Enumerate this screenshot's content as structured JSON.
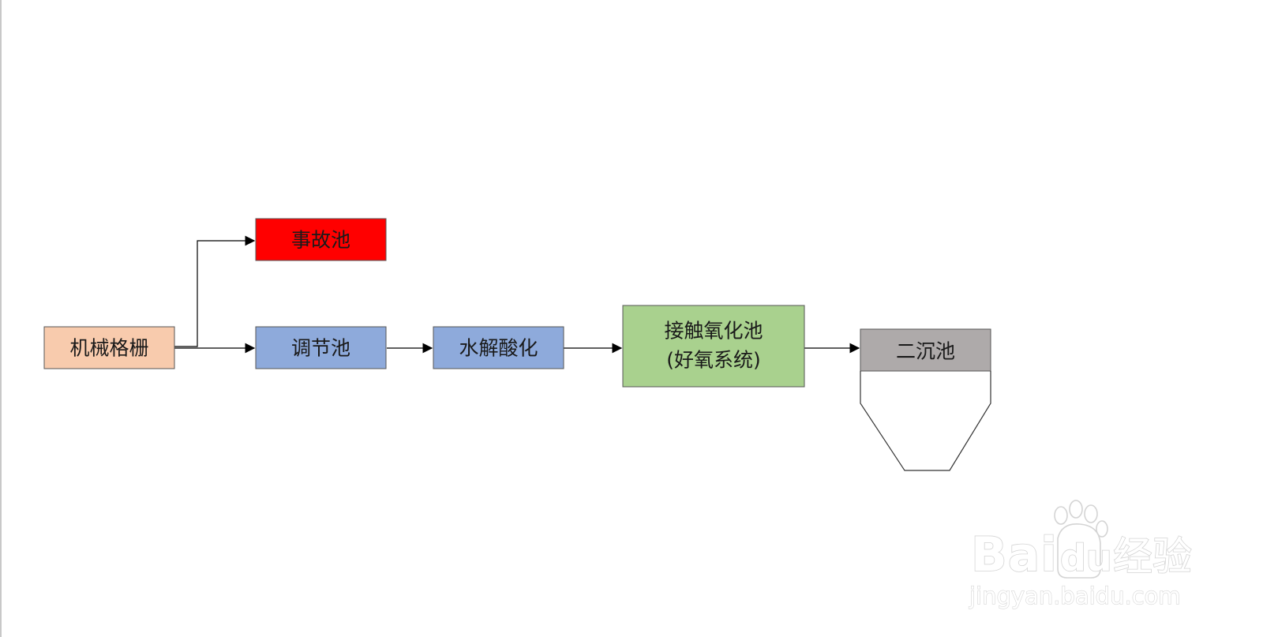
{
  "nodes": {
    "grid": {
      "label": "机械格栅",
      "fill": "#f8cbad"
    },
    "accident": {
      "label": "事故池",
      "fill": "#ff0000"
    },
    "adjust": {
      "label": "调节池",
      "fill": "#8eaadb"
    },
    "hydrolysis": {
      "label": "水解酸化",
      "fill": "#8eaadb"
    },
    "oxidation": {
      "label_line1": "接触氧化池",
      "label_line2": "(好氧系统)",
      "fill": "#a9d18e"
    },
    "clarifier": {
      "label": "二沉池",
      "fill": "#aeaaaa"
    }
  },
  "edges": [
    {
      "from": "机械格栅",
      "to": "事故池"
    },
    {
      "from": "机械格栅",
      "to": "调节池"
    },
    {
      "from": "调节池",
      "to": "水解酸化"
    },
    {
      "from": "水解酸化",
      "to": "接触氧化池"
    },
    {
      "from": "接触氧化池",
      "to": "二沉池"
    }
  ],
  "watermark": {
    "brand_latin_a": "Bai",
    "brand_latin_b": "du",
    "brand_cn": "经验",
    "url": "jingyan.baidu.com"
  }
}
